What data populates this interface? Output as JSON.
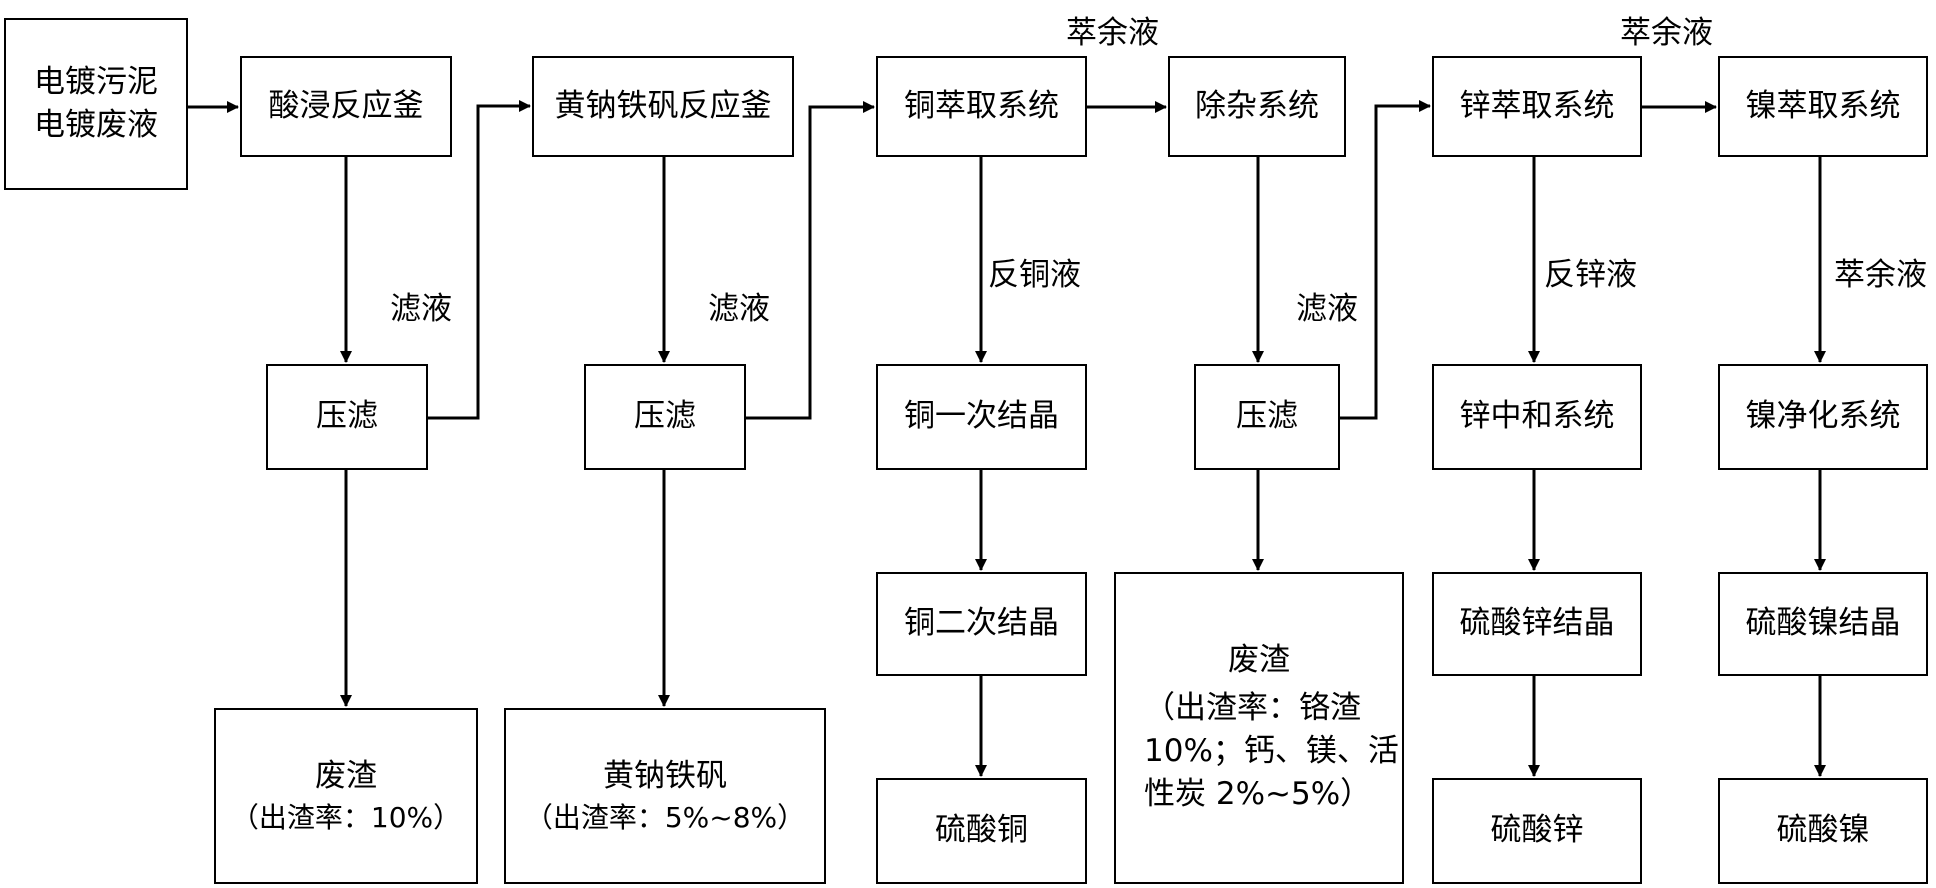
{
  "nodes": {
    "source": {
      "line1": "电镀污泥",
      "line2": "电镀废液"
    },
    "acid_leach": "酸浸反应釜",
    "filter_press_1": "压滤",
    "waste_residue_1": {
      "title": "废渣",
      "note": "（出渣率：10%）"
    },
    "jarosite_reactor": "黄钠铁矾反应釜",
    "filter_press_2": "压滤",
    "jarosite_product": {
      "title": "黄钠铁矾",
      "note": "（出渣率：5%~8%）"
    },
    "copper_extraction": "铜萃取系统",
    "copper_cryst_1": "铜一次结晶",
    "copper_cryst_2": "铜二次结晶",
    "copper_sulfate": "硫酸铜",
    "impurity_removal": "除杂系统",
    "filter_press_3": "压滤",
    "waste_residue_3": {
      "title": "废渣",
      "note_line1": "（出渣率：铬渣",
      "note_line2": "10%；钙、镁、活",
      "note_line3": "性炭 2%~5%）"
    },
    "zinc_extraction": "锌萃取系统",
    "zinc_neutralization": "锌中和系统",
    "zinc_sulfate_cryst": "硫酸锌结晶",
    "zinc_sulfate": "硫酸锌",
    "nickel_extraction": "镍萃取系统",
    "nickel_purification": "镍净化系统",
    "nickel_sulfate_cryst": "硫酸镍结晶",
    "nickel_sulfate": "硫酸镍"
  },
  "labels": {
    "filtrate_1": "滤液",
    "filtrate_2": "滤液",
    "raffinate_1": "萃余液",
    "strip_copper": "反铜液",
    "filtrate_3": "滤液",
    "raffinate_2": "萃余液",
    "strip_zinc": "反锌液",
    "raffinate_3": "萃余液"
  }
}
